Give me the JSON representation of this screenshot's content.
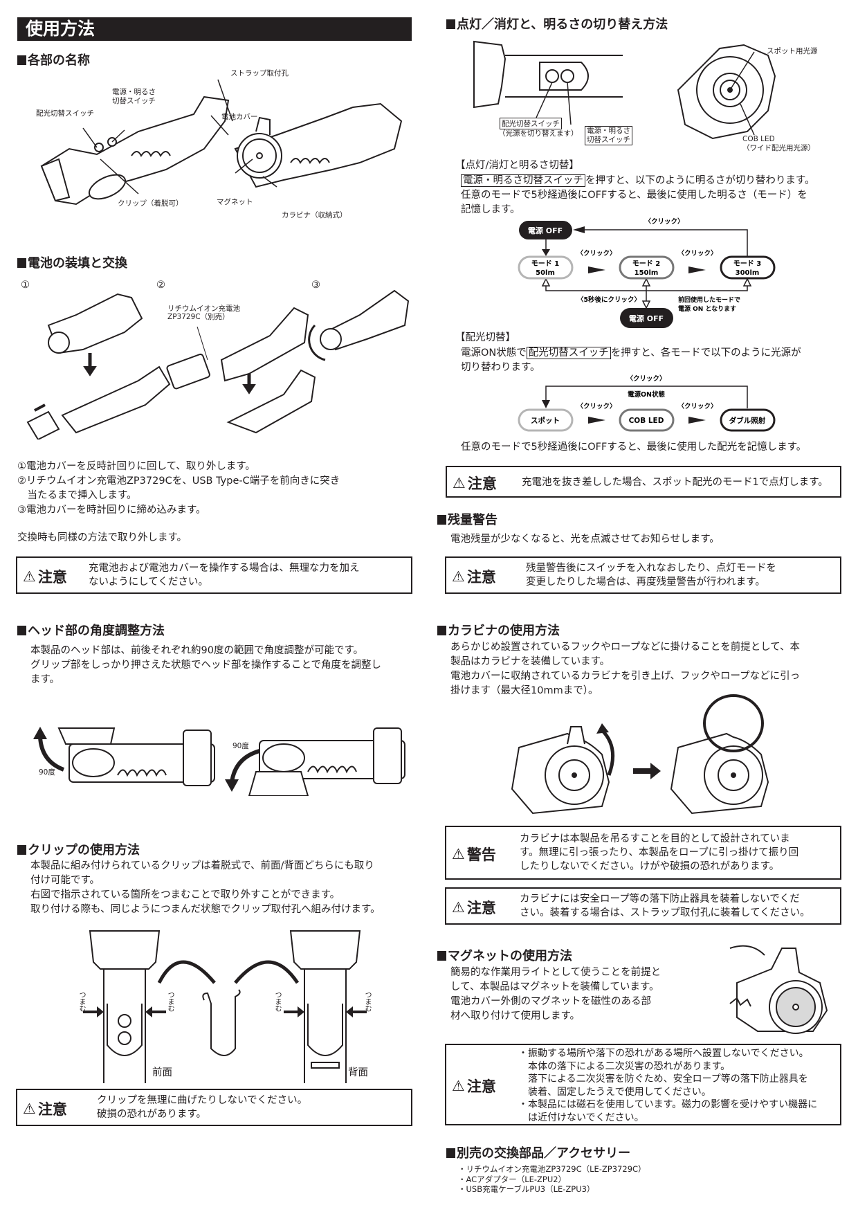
{
  "title": "使用方法",
  "parts": {
    "heading": "各部の名称",
    "labels": {
      "light_switch": "配光切替スイッチ",
      "power_switch_1": "電源・明るさ",
      "power_switch_2": "切替スイッチ",
      "clip": "クリップ（着脱可）",
      "strap_hole": "ストラップ取付孔",
      "battery_cover": "電池カバー",
      "magnet": "マグネット",
      "carabiner": "カラビナ（収納式）"
    }
  },
  "battery": {
    "heading": "電池の装填と交換",
    "step_marks": [
      "①",
      "②",
      "③"
    ],
    "battery_label_1": "リチウムイオン充電池",
    "battery_label_2": "ZP3729C（別売）",
    "steps": [
      "①電池カバーを反時計回りに回して、取り外します。",
      "②リチウムイオン充電池ZP3729Cを、USB  Type-C端子を前向きに突き",
      "　当たるまで挿入します。",
      "③電池カバーを時計回りに締め込みます。"
    ],
    "note": "交換時も同様の方法で取り外します。",
    "caution_label": "注意",
    "caution_lines": [
      "充電池および電池カバーを操作する場合は、無理な力を加え",
      "ないようにしてください。"
    ]
  },
  "head": {
    "heading": "ヘッド部の角度調整方法",
    "lines": [
      "本製品のヘッド部は、前後それぞれ約90度の範囲で角度調整が可能です。",
      "グリップ部をしっかり押さえた状態でヘッド部を操作することで角度を調整し",
      "ます。"
    ],
    "angle_left": "90度",
    "angle_right": "90度"
  },
  "clip": {
    "heading": "クリップの使用方法",
    "lines": [
      "本製品に組み付けられているクリップは着脱式で、前面/背面どちらにも取り",
      "付け可能です。",
      "右図で指示されている箇所をつまむことで取り外すことができます。",
      "取り付ける際も、同じようにつまんだ状態でクリップ取付孔へ組み付けます。"
    ],
    "pinch": "つまむ",
    "front": "前面",
    "back": "背面",
    "caution_label": "注意",
    "caution_lines": [
      "クリップを無理に曲げたりしないでください。",
      "破損の恐れがあります。"
    ]
  },
  "switching": {
    "heading": "点灯／消灯と、明るさの切り替え方法",
    "diagram": {
      "light_switch": "配光切替スイッチ",
      "light_switch_note": "（光源を切り替えます）",
      "power_switch_1": "電源・明るさ",
      "power_switch_2": "切替スイッチ",
      "spot": "スポット用光源",
      "cob_1": "COB LED",
      "cob_2": "（ワイド配光用光源）"
    },
    "onoff": {
      "subheading": "【点灯/消灯と明るさ切替】",
      "switch_name": "電源・明るさ切替スイッチ",
      "line1_rest": "を押すと、以下のように明るさが切り替わります。",
      "line2": "任意のモードで5秒経過後にOFFすると、最後に使用した明るさ（モード）を",
      "line3": "記憶します。"
    },
    "flow1": {
      "off": "電源 OFF",
      "click": "〈クリック〉",
      "modes": [
        {
          "name": "モード 1",
          "lumen": "50lm"
        },
        {
          "name": "モード 2",
          "lumen": "150lm"
        },
        {
          "name": "モード 3",
          "lumen": "300lm"
        }
      ],
      "after5s": "〈5秒後にクリック〉",
      "resume_1": "前回使用したモードで",
      "resume_2": "電源 ON となります"
    },
    "beam": {
      "subheading": "【配光切替】",
      "line1_pre": "電源ON状態で",
      "switch_name": "配光切替スイッチ",
      "line1_rest": "を押すと、各モードで以下のように光源が",
      "line2": "切り替わります。"
    },
    "flow2": {
      "click": "〈クリック〉",
      "on_state": "電源ON状態",
      "modes": [
        "スポット",
        "COB LED",
        "ダブル照射"
      ]
    },
    "memory_note": "任意のモードで5秒経過後にOFFすると、最後に使用した配光を記憶します。",
    "caution_label": "注意",
    "caution_text": "充電池を抜き差しした場合、スポット配光のモード1で点灯します。"
  },
  "low_battery": {
    "heading": "残量警告",
    "text": "電池残量が少なくなると、光を点滅させてお知らせします。",
    "caution_label": "注意",
    "caution_lines": [
      "残量警告後にスイッチを入れなおしたり、点灯モードを",
      "変更したりした場合は、再度残量警告が行われます。"
    ]
  },
  "carabiner": {
    "heading": "カラビナの使用方法",
    "lines": [
      "あらかじめ設置されているフックやロープなどに掛けることを前提として、本",
      "製品はカラビナを装備しています。",
      "電池カバーに収納されているカラビナを引き上げ、フックやロープなどに引っ",
      "掛けます（最大径10mmまで）。"
    ],
    "warning_label": "警告",
    "warning_lines": [
      "カラビナは本製品を吊るすことを目的として設計されていま",
      "す。無理に引っ張ったり、本製品をロープに引っ掛けて振り回",
      "したりしないでください。けがや破損の恐れがあります。"
    ],
    "caution_label": "注意",
    "caution_lines": [
      "カラビナには安全ロープ等の落下防止器具を装着しないでくだ",
      "さい。装着する場合は、ストラップ取付孔に装着してください。"
    ]
  },
  "magnet": {
    "heading": "マグネットの使用方法",
    "lines": [
      "簡易的な作業用ライトとして使うことを前提と",
      "して、本製品はマグネットを装備しています。",
      "電池カバー外側のマグネットを磁性のある部",
      "材へ取り付けて使用します。"
    ],
    "caution_label": "注意",
    "caution_lines": [
      "・振動する場所や落下の恐れがある場所へ設置しないでください。",
      "　本体の落下による二次災害の恐れがあります。",
      "　落下による二次災害を防ぐため、安全ロープ等の落下防止器具を",
      "　装着、固定したうえで使用してください。",
      "・本製品には磁石を使用しています。磁力の影響を受けやすい機器に",
      "　は近付けないでください。"
    ]
  },
  "accessories": {
    "heading": "別売の交換部品／アクセサリー",
    "items": [
      "・リチウムイオン充電池ZP3729C（LE-ZP3729C）",
      "・ACアダプター（LE-ZPU2）",
      "・USB充電ケーブルPU3（LE-ZPU3）"
    ]
  },
  "colors": {
    "ink": "#231f20",
    "muted_pill": "#b5b5b5",
    "magnet_fill": "#d9d9d9"
  }
}
